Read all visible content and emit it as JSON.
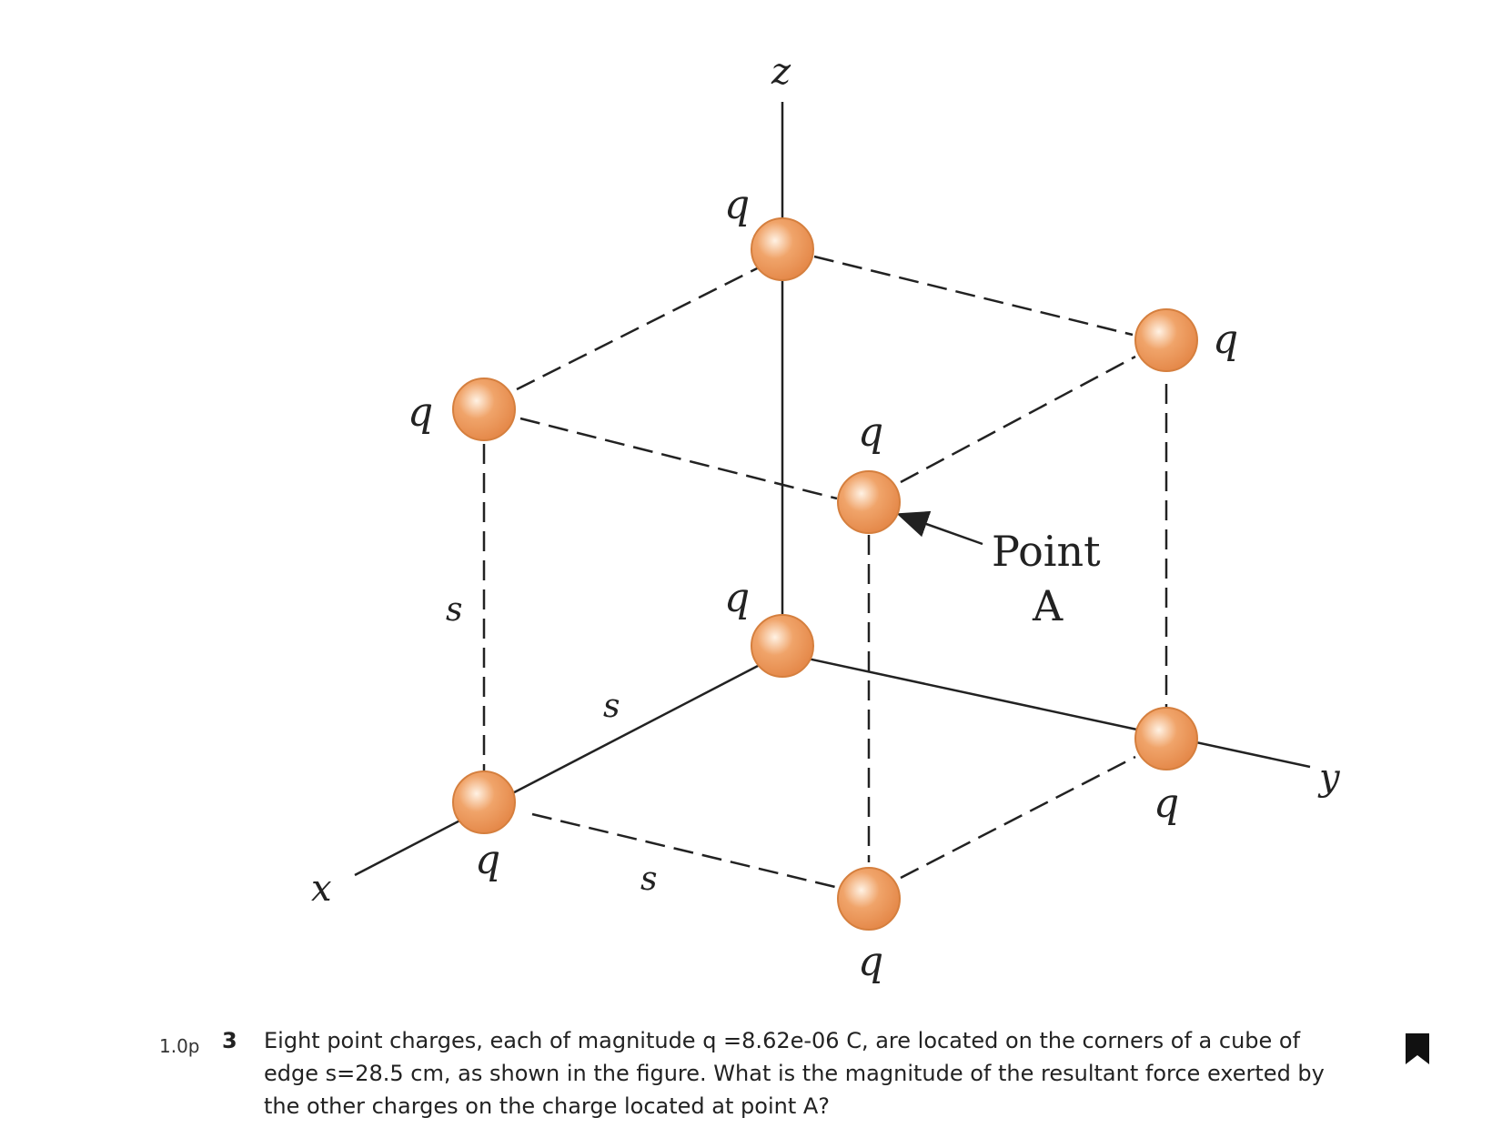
{
  "figure": {
    "axes": {
      "x": "x",
      "y": "y",
      "z": "z"
    },
    "charge_label": "q",
    "edge_label": "s",
    "point_label_line1": "Point",
    "point_label_line2": "A",
    "charge_color": "#f0a46a",
    "charge_highlight": "#fff2e4",
    "charge_edge": "#d57f3e"
  },
  "question": {
    "points": "1.0p",
    "number": "3",
    "text": "Eight point charges, each of magnitude q =8.62e-06 C, are located on the corners of a cube of edge s=28.5 cm, as shown in the figure. What is the magnitude of the resultant force exerted by the other charges on the charge located at point A?"
  }
}
